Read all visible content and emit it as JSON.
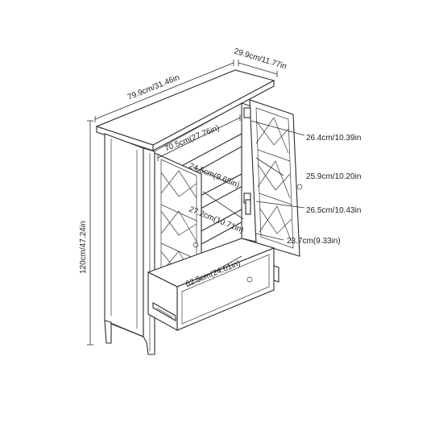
{
  "dimensions": {
    "width": "79.9cm/31.46in",
    "depth": "29.9cm/11.77in",
    "height": "120cm/47.24in",
    "inner_width": "70.5cm(27.76in)",
    "inner_depth": "24.5cm(9.65in)",
    "shelf_gap_1": "26.4cm/10.39in",
    "shelf_gap_2": "25.9cm/10.20in",
    "shelf_gap_3": "26.5cm/10.43in",
    "bottom_gap": "23.7cm(9.33in)",
    "middle_height": "27.2cm(10.71in)",
    "drawer_width": "62.5cm(24.61in)"
  }
}
